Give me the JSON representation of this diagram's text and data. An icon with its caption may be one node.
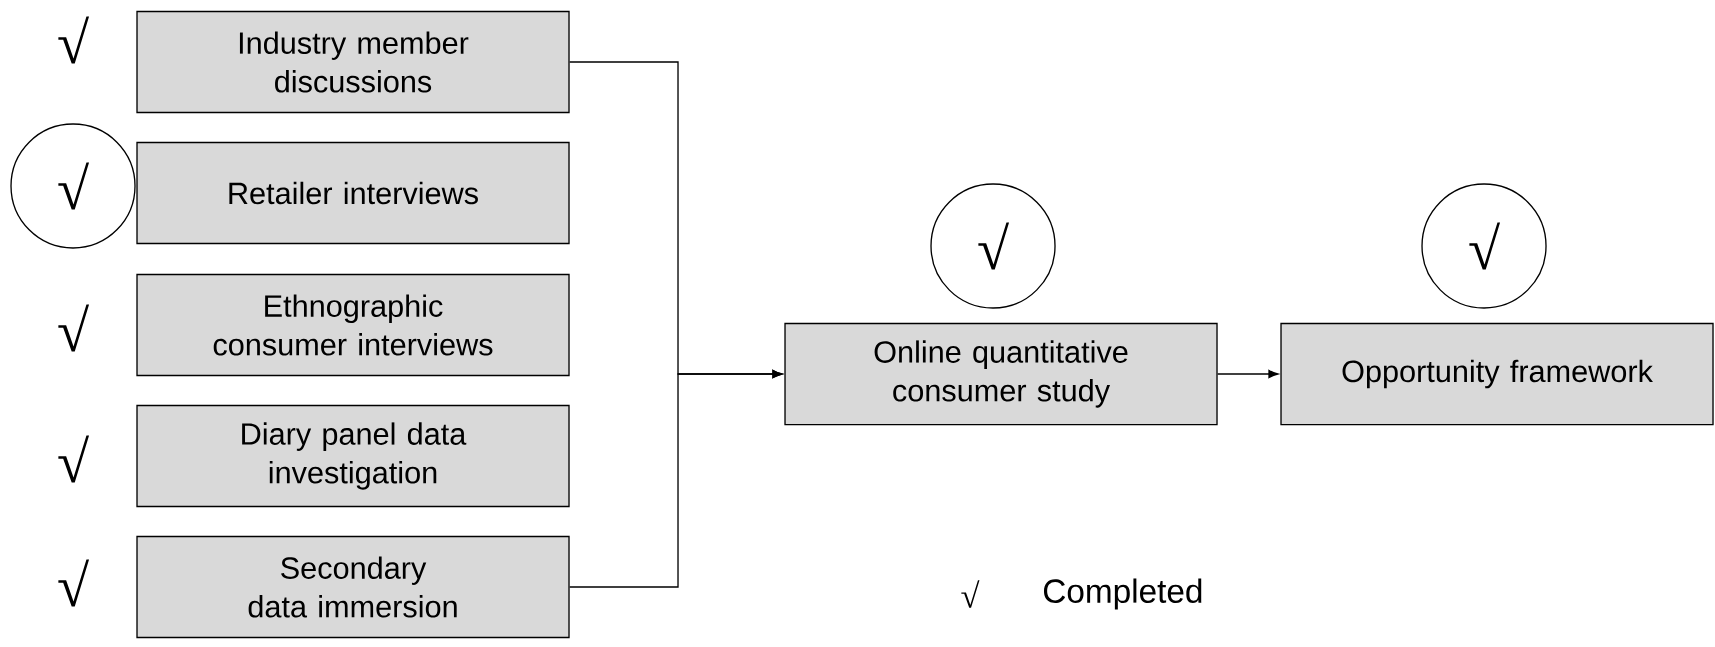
{
  "diagram": {
    "nodes": [
      {
        "text": [
          "Industry member discussions"
        ]
      },
      {
        "text": [
          "√"
        ]
      },
      {
        "text": [
          "Retailer interviews"
        ]
      },
      {
        "text": [
          "Ethnographic consumer interviews"
        ]
      },
      {
        "text": [
          "Diary panel data investigation"
        ]
      },
      {
        "text": [
          "Secondary data immersion"
        ]
      },
      {
        "text": [
          "√"
        ]
      },
      {
        "text": [
          "Online quantitative consumer study"
        ]
      },
      {
        "text": [
          "√"
        ]
      },
      {
        "text": [
          "Opportunity framework"
        ]
      }
    ],
    "edges": [
      {
        "from": 0,
        "to": 7,
        "arrow": "to"
      },
      {
        "from": 5,
        "to": 7,
        "arrow": "to"
      },
      {
        "from": 7,
        "to": 9,
        "arrow": "to"
      }
    ],
    "labels": [
      "√",
      "√",
      "√",
      "√",
      "√"
    ],
    "legend": [
      {
        "text": "Completed"
      }
    ]
  }
}
